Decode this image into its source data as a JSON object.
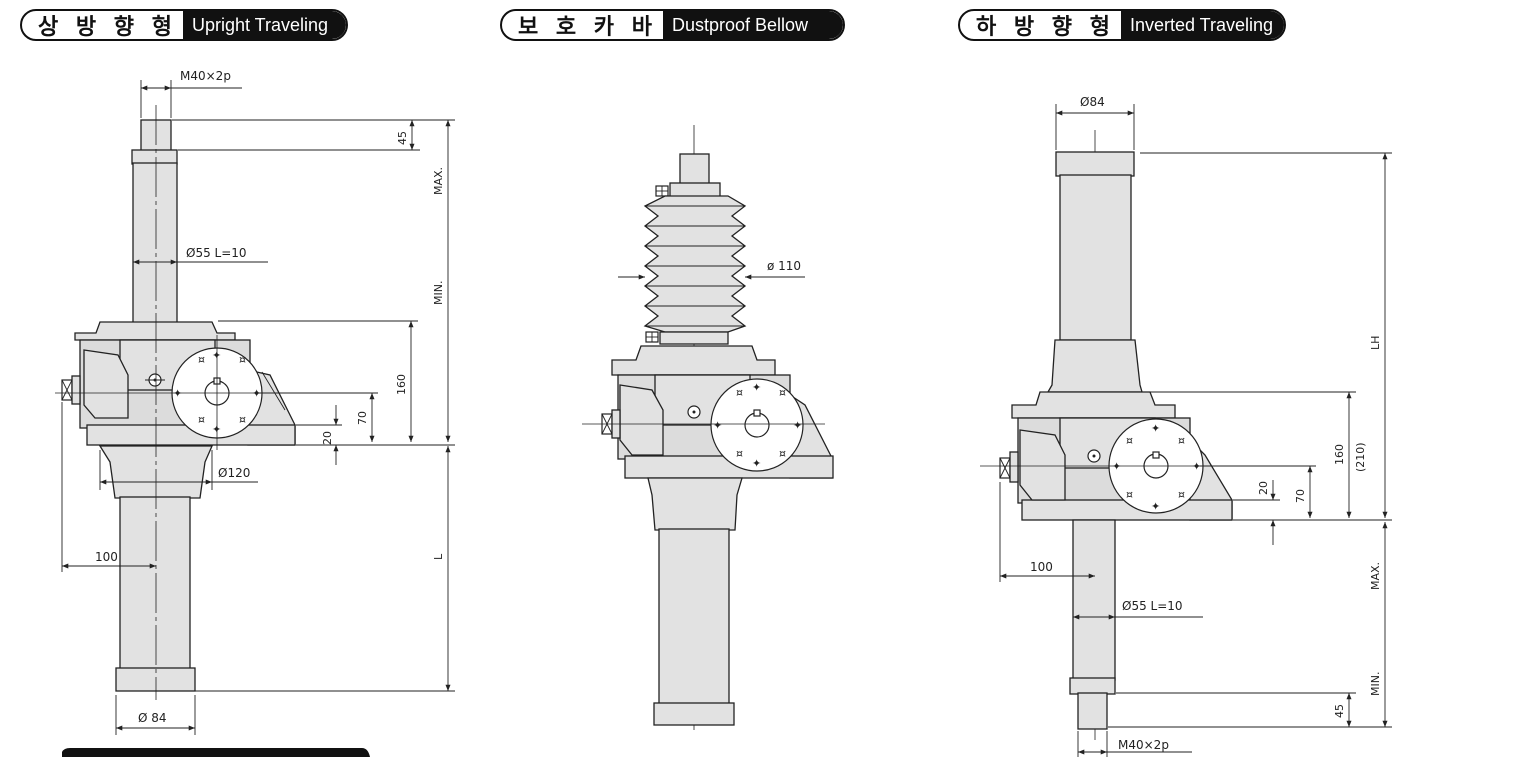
{
  "headers": {
    "upright": {
      "ko": "상 방 향 형",
      "en": "Upright Traveling"
    },
    "bellow": {
      "ko": "보 호 카 바",
      "en": "Dustproof Bellow"
    },
    "inverted": {
      "ko": "하 방 향 형",
      "en": "Inverted Traveling"
    }
  },
  "upright_dims": {
    "thread": "M40×2p",
    "d45": "45",
    "max": "MAX.",
    "min": "MIN.",
    "rod": "Ø55 L=10",
    "d160": "160",
    "d70": "70",
    "d20": "20",
    "flange": "Ø120",
    "d100": "100",
    "L": "L",
    "end": "Ø 84"
  },
  "bellow_dims": {
    "bellow_dia": "ø 110"
  },
  "inverted_dims": {
    "top": "Ø84",
    "LH": "LH",
    "d160": "160",
    "d210": "(210)",
    "d70": "70",
    "d20": "20",
    "d100": "100",
    "rod": "Ø55 L=10",
    "max": "MAX.",
    "min": "MIN.",
    "d45": "45",
    "thread": "M40×2p"
  }
}
